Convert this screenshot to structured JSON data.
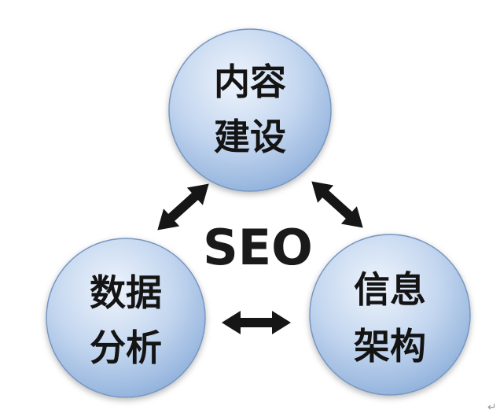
{
  "diagram": {
    "center_label": "SEO",
    "nodes": {
      "content": {
        "line1": "内容",
        "line2": "建设"
      },
      "data": {
        "line1": "数据",
        "line2": "分析"
      },
      "info": {
        "line1": "信息",
        "line2": "架构"
      }
    },
    "corner_mark": "↵"
  },
  "colors": {
    "circle_inner": "#eef4fc",
    "circle_outer": "#8fb0db",
    "circle_stroke": "#7897c2",
    "arrow": "#161616",
    "text": "#141414"
  }
}
